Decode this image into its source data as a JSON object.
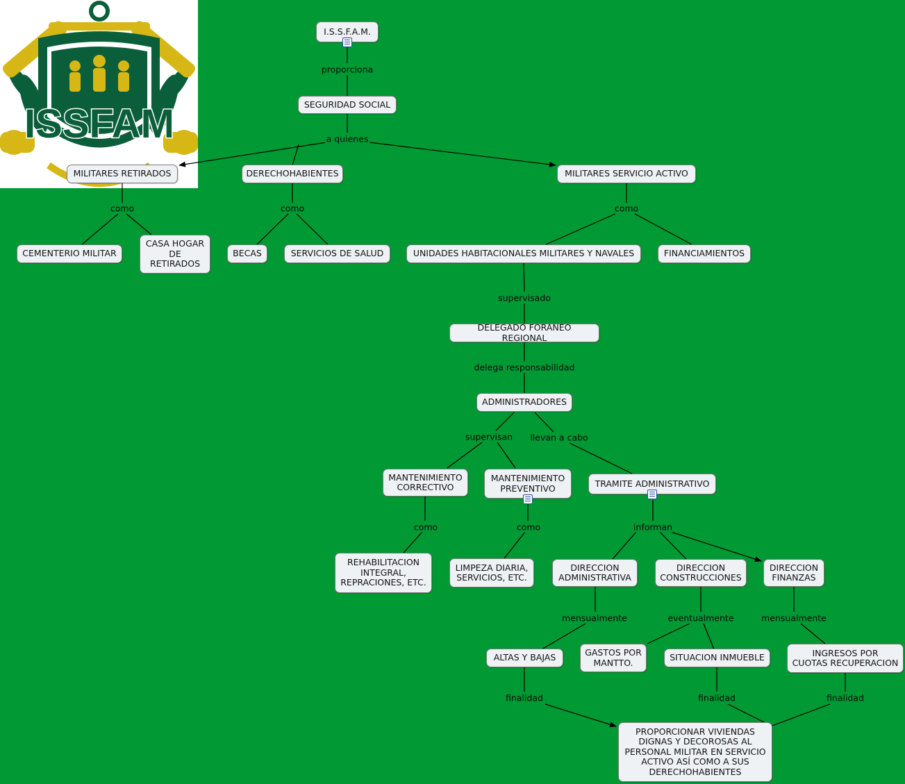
{
  "logo": {
    "text": "ISSFAM",
    "green": "#0a5e3a",
    "gold": "#d6b716"
  },
  "colors": {
    "background": "#009933",
    "node_fill": "#eef2f4",
    "edge": "#000000"
  },
  "nodes": {
    "issfam": "I.S.S.F.A.M.",
    "seguridad": "SEGURIDAD SOCIAL",
    "retirados": "MILITARES RETIRADOS",
    "derecho": "DERECHOHABIENTES",
    "activo": "MILITARES SERVICIO ACTIVO",
    "cementerio": "CEMENTERIO MILITAR",
    "casa": "CASA HOGAR\nDE\nRETIRADOS",
    "becas": "BECAS",
    "salud": "SERVICIOS DE SALUD",
    "unidades": "UNIDADES HABITACIONALES MILITARES Y NAVALES",
    "financ": "FINANCIAMIENTOS",
    "delegado": "DELEGADO FORANEO REGIONAL",
    "admins": "ADMINISTRADORES",
    "mcorr": "MANTENIMIENTO\nCORRECTIVO",
    "mprev": "MANTENIMIENTO\nPREVENTIVO",
    "tramite": "TRAMITE ADMINISTRATIVO",
    "rehab": "REHABILITACION\nINTEGRAL,\nREPRACIONES, ETC.",
    "limpieza": "LIMPEZA DIARIA,\nSERVICIOS, ETC.",
    "dadmin": "DIRECCION\nADMINISTRATIVA",
    "dconst": "DIRECCION\nCONSTRUCCIONES",
    "dfin": "DIRECCION\nFINANZAS",
    "altas": "ALTAS Y BAJAS",
    "gastos": "GASTOS POR\nMANTTO.",
    "situacion": "SITUACION INMUEBLE",
    "ingresos": "INGRESOS POR\nCUOTAS RECUPERACION",
    "proporcionar": "PROPORCIONAR VIVIENDAS\nDIGNAS Y DECOROSAS AL\nPERSONAL MILITAR EN SERVICIO\nACTIVO ASÍ COMO A SUS\nDERECHOHABIENTES"
  },
  "links": {
    "proporciona": "proporciona",
    "a_quienes": "a quienes",
    "como_ret": "como",
    "como_der": "como",
    "como_act": "como",
    "supervisado": "supervisado",
    "delega": "delega responsabilidad",
    "supervisan": "supervisan",
    "llevan": "llevan a cabo",
    "como_corr": "como",
    "como_prev": "como",
    "informan": "informan",
    "mens_admin": "mensualmente",
    "eventual": "eventualmente",
    "mens_fin": "mensualmente",
    "final_altas": "finalidad",
    "final_sit": "finalidad",
    "final_ing": "finalidad"
  }
}
